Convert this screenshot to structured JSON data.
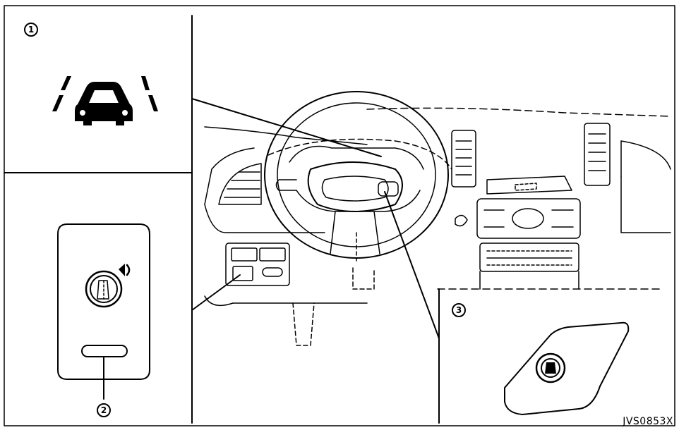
{
  "callouts": {
    "one": "1",
    "two": "2",
    "three": "3"
  },
  "figure_code": "JVS0853X",
  "icons": {
    "lane_departure": "lane-departure-warning-icon",
    "switch": "ldw-switch-icon",
    "steering_switch": "steering-wheel-switch-icon"
  }
}
